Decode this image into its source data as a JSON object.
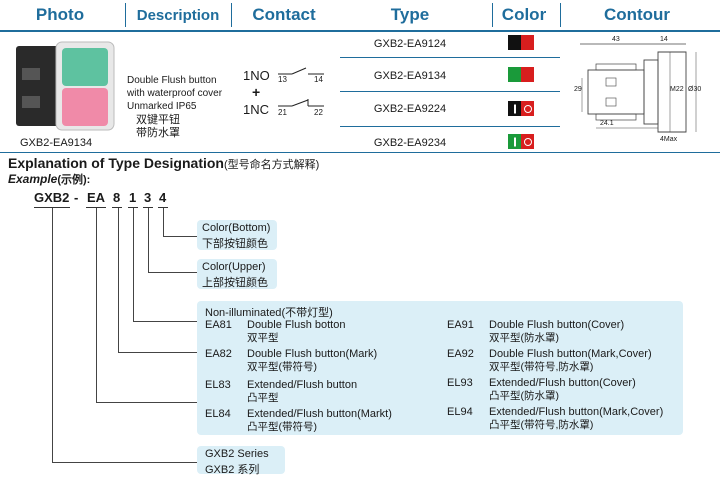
{
  "header": {
    "photo": "Photo",
    "description": "Description",
    "contact": "Contact",
    "type": "Type",
    "color": "Color",
    "contour": "Contour"
  },
  "product": {
    "model": "GXB2-EA9134",
    "desc_lines": [
      "Double Flush button",
      "with waterproof cover",
      "Unmarked IP65"
    ],
    "desc_cn": [
      "双键平钮",
      "带防水罩"
    ],
    "contact_no": "1NO",
    "contact_plus": "+",
    "contact_nc": "1NC",
    "no_terms": [
      "13",
      "14"
    ],
    "nc_terms": [
      "21",
      "22"
    ]
  },
  "types": [
    {
      "label": "GXB2-EA9124",
      "swatch": [
        "#111111",
        "#d81e1e"
      ],
      "marks": [
        "",
        ""
      ]
    },
    {
      "label": "GXB2-EA9134",
      "swatch": [
        "#1a9a3a",
        "#d81e1e"
      ],
      "marks": [
        "",
        ""
      ]
    },
    {
      "label": "GXB2-EA9224",
      "swatch": [
        "#111111",
        "#d81e1e"
      ],
      "marks": [
        "bar",
        "ring"
      ]
    },
    {
      "label": "GXB2-EA9234",
      "swatch": [
        "#1a9a3a",
        "#d81e1e"
      ],
      "marks": [
        "bar",
        "ring"
      ]
    }
  ],
  "contour": {
    "dims": [
      "43",
      "14",
      "29",
      "M22",
      "Ø30",
      "24.1",
      "4Max"
    ]
  },
  "explanation": {
    "title": "Explanation of Type Designation",
    "title_cn": "(型号命名方式解释)",
    "example": "Example",
    "example_cn": "(示例):",
    "code": [
      "GXB2",
      "-",
      "EA",
      "8",
      "1",
      "3",
      "4"
    ]
  },
  "color_bottom": {
    "en": "Color(Bottom)",
    "cn": "下部按钮颜色"
  },
  "color_upper": {
    "en": "Color(Upper)",
    "cn": "上部按钮颜色"
  },
  "non_illuminated": {
    "heading": "Non-illuminated",
    "heading_cn": "(不带灯型)",
    "left": [
      {
        "code": "EA81",
        "en": "Double Flush botton",
        "cn": "双平型"
      },
      {
        "code": "EA82",
        "en": "Double Flush button(Mark)",
        "cn": "双平型(带符号)"
      },
      {
        "code": "EL83",
        "en": "Extended/Flush button",
        "cn": "凸平型"
      },
      {
        "code": "EL84",
        "en": "Extended/Flush button(Markt)",
        "cn": "凸平型(带符号)"
      }
    ],
    "right": [
      {
        "code": "EA91",
        "en": "Double Flush button(Cover)",
        "cn": "双平型(防水罩)"
      },
      {
        "code": "EA92",
        "en": "Double Flush button(Mark,Cover)",
        "cn": "双平型(带符号,防水罩)"
      },
      {
        "code": "EL93",
        "en": "Extended/Flush button(Cover)",
        "cn": "凸平型(防水罩)"
      },
      {
        "code": "EL94",
        "en": "Extended/Flush button(Mark,Cover)",
        "cn": "凸平型(带符号,防水罩)"
      }
    ]
  },
  "series": {
    "en": "GXB2 Series",
    "cn": "GXB2 系列"
  },
  "colors": {
    "accent": "#1f6d9c",
    "box": "#dbeff7"
  }
}
